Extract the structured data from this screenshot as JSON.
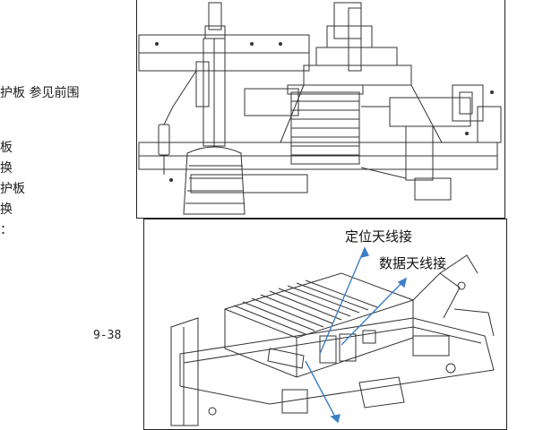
{
  "left_column": {
    "fragments": [
      "护板 参见前围",
      "板",
      "换",
      "护板",
      "换",
      "："
    ]
  },
  "page_number": "9-38",
  "figure_bottom": {
    "callouts": {
      "positioning_antenna": "定位天线接",
      "data_antenna": "数据天线接"
    }
  },
  "colors": {
    "line": "#222222",
    "arrow": "#3b7fc4"
  }
}
